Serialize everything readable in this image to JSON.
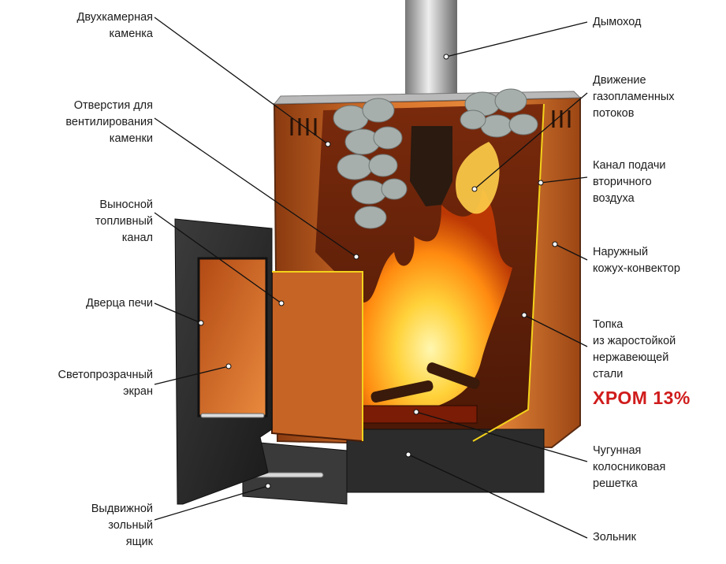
{
  "labels": {
    "dvuhkamernaya": "Двухкамерная\nкаменка",
    "otverstiya": "Отверстия для\nвентилирования\nкаменки",
    "vynosnoy": "Выносной\nтопливный\nканал",
    "dverca": "Дверца печи",
    "svetoprozrachny": "Светопрозрачный\nэкран",
    "vydvizhnoy": "Выдвижной\nзольный\nящик",
    "dymohod": "Дымоход",
    "dvizhenie": "Движение\nгазопламенных\nпотоков",
    "kanal": "Канал подачи\nвторичного\nвоздуха",
    "kozhuh": "Наружный\nкожух-конвектор",
    "topka": "Топка\nиз жаростойкой\nнержавеющей\nстали",
    "reshetka": "Чугунная\nколосниковая\nрешетка",
    "zolnik": "Зольник"
  },
  "brand": {
    "text": "ХРОМ 13%",
    "color": "#d01c1c"
  },
  "colors": {
    "copper": "#c8611f",
    "flame": "#ffb000",
    "stone": "#9aa3a0",
    "steel": "#3a3a3a"
  }
}
